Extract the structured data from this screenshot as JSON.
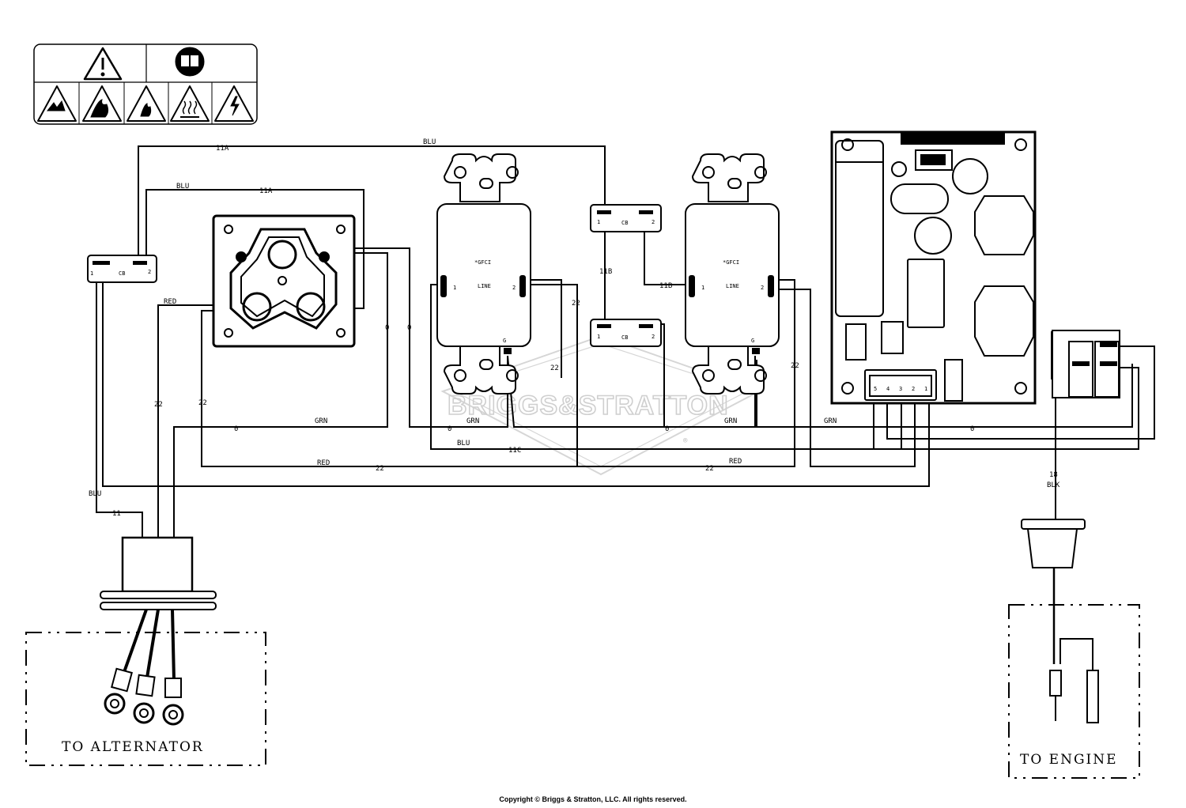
{
  "watermark": "BRIGGS&STRATTON",
  "watermark_reg": "®",
  "safety_label": {
    "top_icons": [
      "warning-triangle-icon",
      "read-manual-icon"
    ],
    "bottom_icons": [
      "explosion-hazard-icon",
      "fire-hazard-icon",
      "flammable-icon",
      "hot-surface-icon",
      "electric-shock-icon"
    ]
  },
  "breakers": {
    "cb_left": {
      "name": "CB",
      "pin1": "1",
      "pin2": "2"
    },
    "cb_top": {
      "name": "CB",
      "pin1": "1",
      "pin2": "2"
    },
    "cb_bottom": {
      "name": "CB",
      "pin1": "1",
      "pin2": "2"
    }
  },
  "receptacles": {
    "gfci_left": {
      "name": "*GFCI",
      "sub": "LINE",
      "pin1": "1",
      "pin2": "2",
      "ground": "G"
    },
    "gfci_right": {
      "name": "*GFCI",
      "sub": "LINE",
      "pin1": "1",
      "pin2": "2",
      "ground": "G"
    }
  },
  "connector_pins": [
    "5",
    "4",
    "3",
    "2",
    "1"
  ],
  "wire_labels": {
    "top_11a": "11A",
    "top_blu": "BLU",
    "inner_blu": "BLU",
    "inner_11a": "11A",
    "red_outlet": "RED",
    "w0_a": "0",
    "w0_b": "0",
    "w22_a": "22",
    "w22_b": "22",
    "w22_c": "22",
    "w22_d": "22",
    "w22_e": "22",
    "w11b_v": "11B",
    "w11b_h": "11B",
    "grn_1": "GRN",
    "w0_c": "0",
    "grn_2": "GRN",
    "w0_d": "0",
    "w0_e": "0",
    "grn_3": "GRN",
    "grn_4": "GRN",
    "w0_f": "0",
    "blu_bottom": "BLU",
    "w11c": "11C",
    "red_bottom": "RED",
    "w22_bottom": "22",
    "w22_bottom2": "22",
    "red_bottom2": "RED",
    "blu_side": "BLU",
    "w11": "11",
    "w18": "18",
    "blk": "BLK"
  },
  "boxes": {
    "alternator": "TO ALTERNATOR",
    "engine": "TO ENGINE"
  },
  "copyright": "Copyright © Briggs & Stratton, LLC. All rights reserved."
}
